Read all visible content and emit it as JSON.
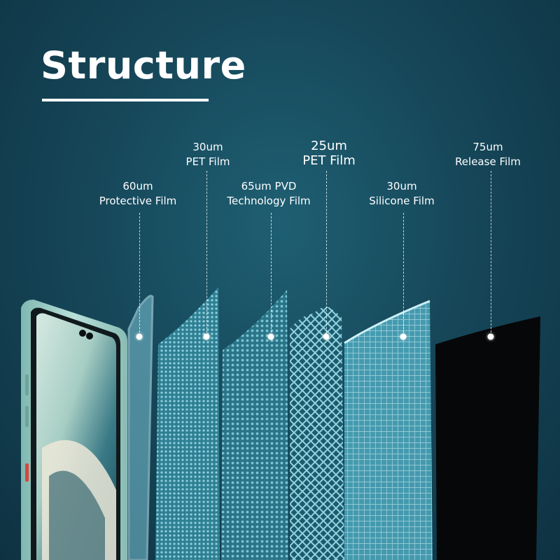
{
  "title": "Structure",
  "layers": [
    {
      "thickness": "60um",
      "name": "Protective Film"
    },
    {
      "thickness": "30um",
      "name": "PET Film"
    },
    {
      "thickness": "65um PVD",
      "name": "Technology Film"
    },
    {
      "thickness": "25um",
      "name": "PET Film"
    },
    {
      "thickness": "30um",
      "name": "Silicone Film"
    },
    {
      "thickness": "75um",
      "name": "Release Film"
    }
  ],
  "colors": {
    "background": "#16485a",
    "text": "#ffffff",
    "phone_body": "#a9d2cc",
    "film_blue": "#5fb3c7",
    "release_film": "#060708"
  }
}
